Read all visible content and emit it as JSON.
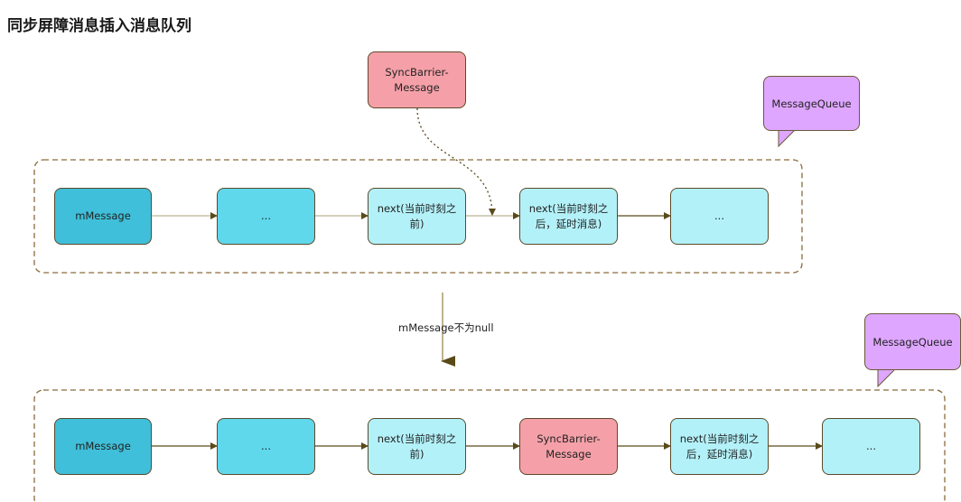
{
  "title": "同步屏障消息插入消息队列",
  "top": {
    "callout": "MessageQueue",
    "barrier": "SyncBarrier-\nMessage",
    "nodes": [
      "mMessage",
      "...",
      "next(当前时刻之\n前)",
      "next(当前时刻之\n后，延时消息)",
      "..."
    ]
  },
  "transition_label": "mMessage不为null",
  "bottom": {
    "callout": "MessageQueue",
    "nodes": [
      "mMessage",
      "...",
      "next(当前时刻之\n前)",
      "SyncBarrier-\nMessage",
      "next(当前时刻之\n后，延时消息)",
      "..."
    ]
  },
  "colors": {
    "head": "#3fbfd9",
    "middle": "#5fd8ec",
    "message": "#b3f1f9",
    "barrier": "#f5a0a8",
    "callout": "#dea6ff",
    "border": "#8a6a3a"
  }
}
